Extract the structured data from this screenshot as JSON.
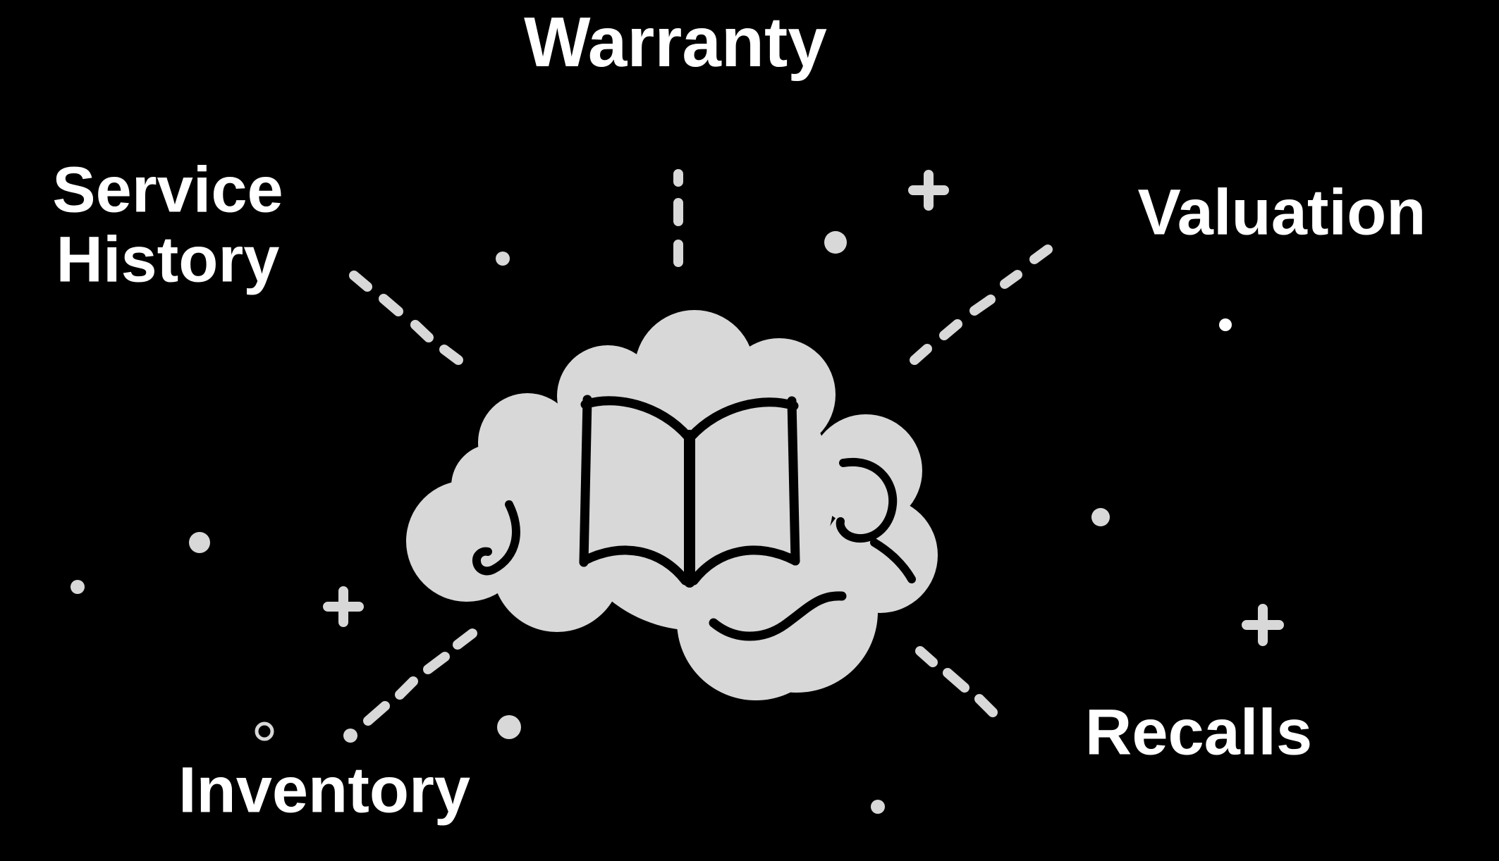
{
  "theme": {
    "background": "#000000",
    "illustration_gray": "#d8d8d8",
    "text_color": "#ffffff",
    "line_black": "#000000"
  },
  "diagram": {
    "type": "hub-and-spoke-illustration",
    "center_icon": "brain-with-open-book",
    "spoke_count": 5,
    "labels": {
      "warranty": "Warranty",
      "service_history_line1": "Service",
      "service_history_line2": "History",
      "valuation": "Valuation",
      "inventory": "Inventory",
      "recalls": "Recalls"
    }
  }
}
